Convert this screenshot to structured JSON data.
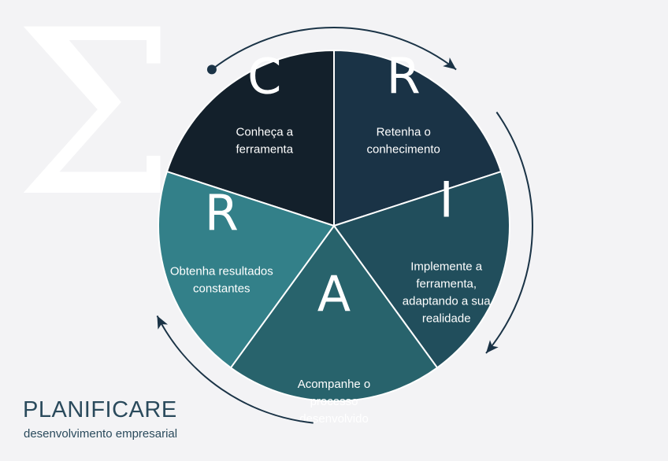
{
  "watermark_symbol": "Σ",
  "segments": [
    {
      "letter": "C",
      "lines": [
        "Conheça a",
        "ferramenta"
      ],
      "color": "#13202b"
    },
    {
      "letter": "R",
      "lines": [
        "Retenha o",
        "conhecimento"
      ],
      "color": "#1a3346"
    },
    {
      "letter": "I",
      "lines": [
        "Implemente a",
        "ferramenta,",
        "adaptando a sua",
        "realidade"
      ],
      "color": "#214e5c"
    },
    {
      "letter": "A",
      "lines": [
        "Acompanhe o",
        "processo",
        "desenvolvido"
      ],
      "color": "#28636c"
    },
    {
      "letter": "R",
      "lines": [
        "Obtenha resultados",
        "constantes"
      ],
      "color": "#338089"
    }
  ],
  "brand": {
    "name": "PLANIFICARE",
    "tagline": "desenvolvimento empresarial"
  },
  "colors": {
    "background": "#f3f3f5",
    "arrow": "#1a3346",
    "brand_text": "#2a4a5c",
    "watermark": "#ffffff"
  }
}
